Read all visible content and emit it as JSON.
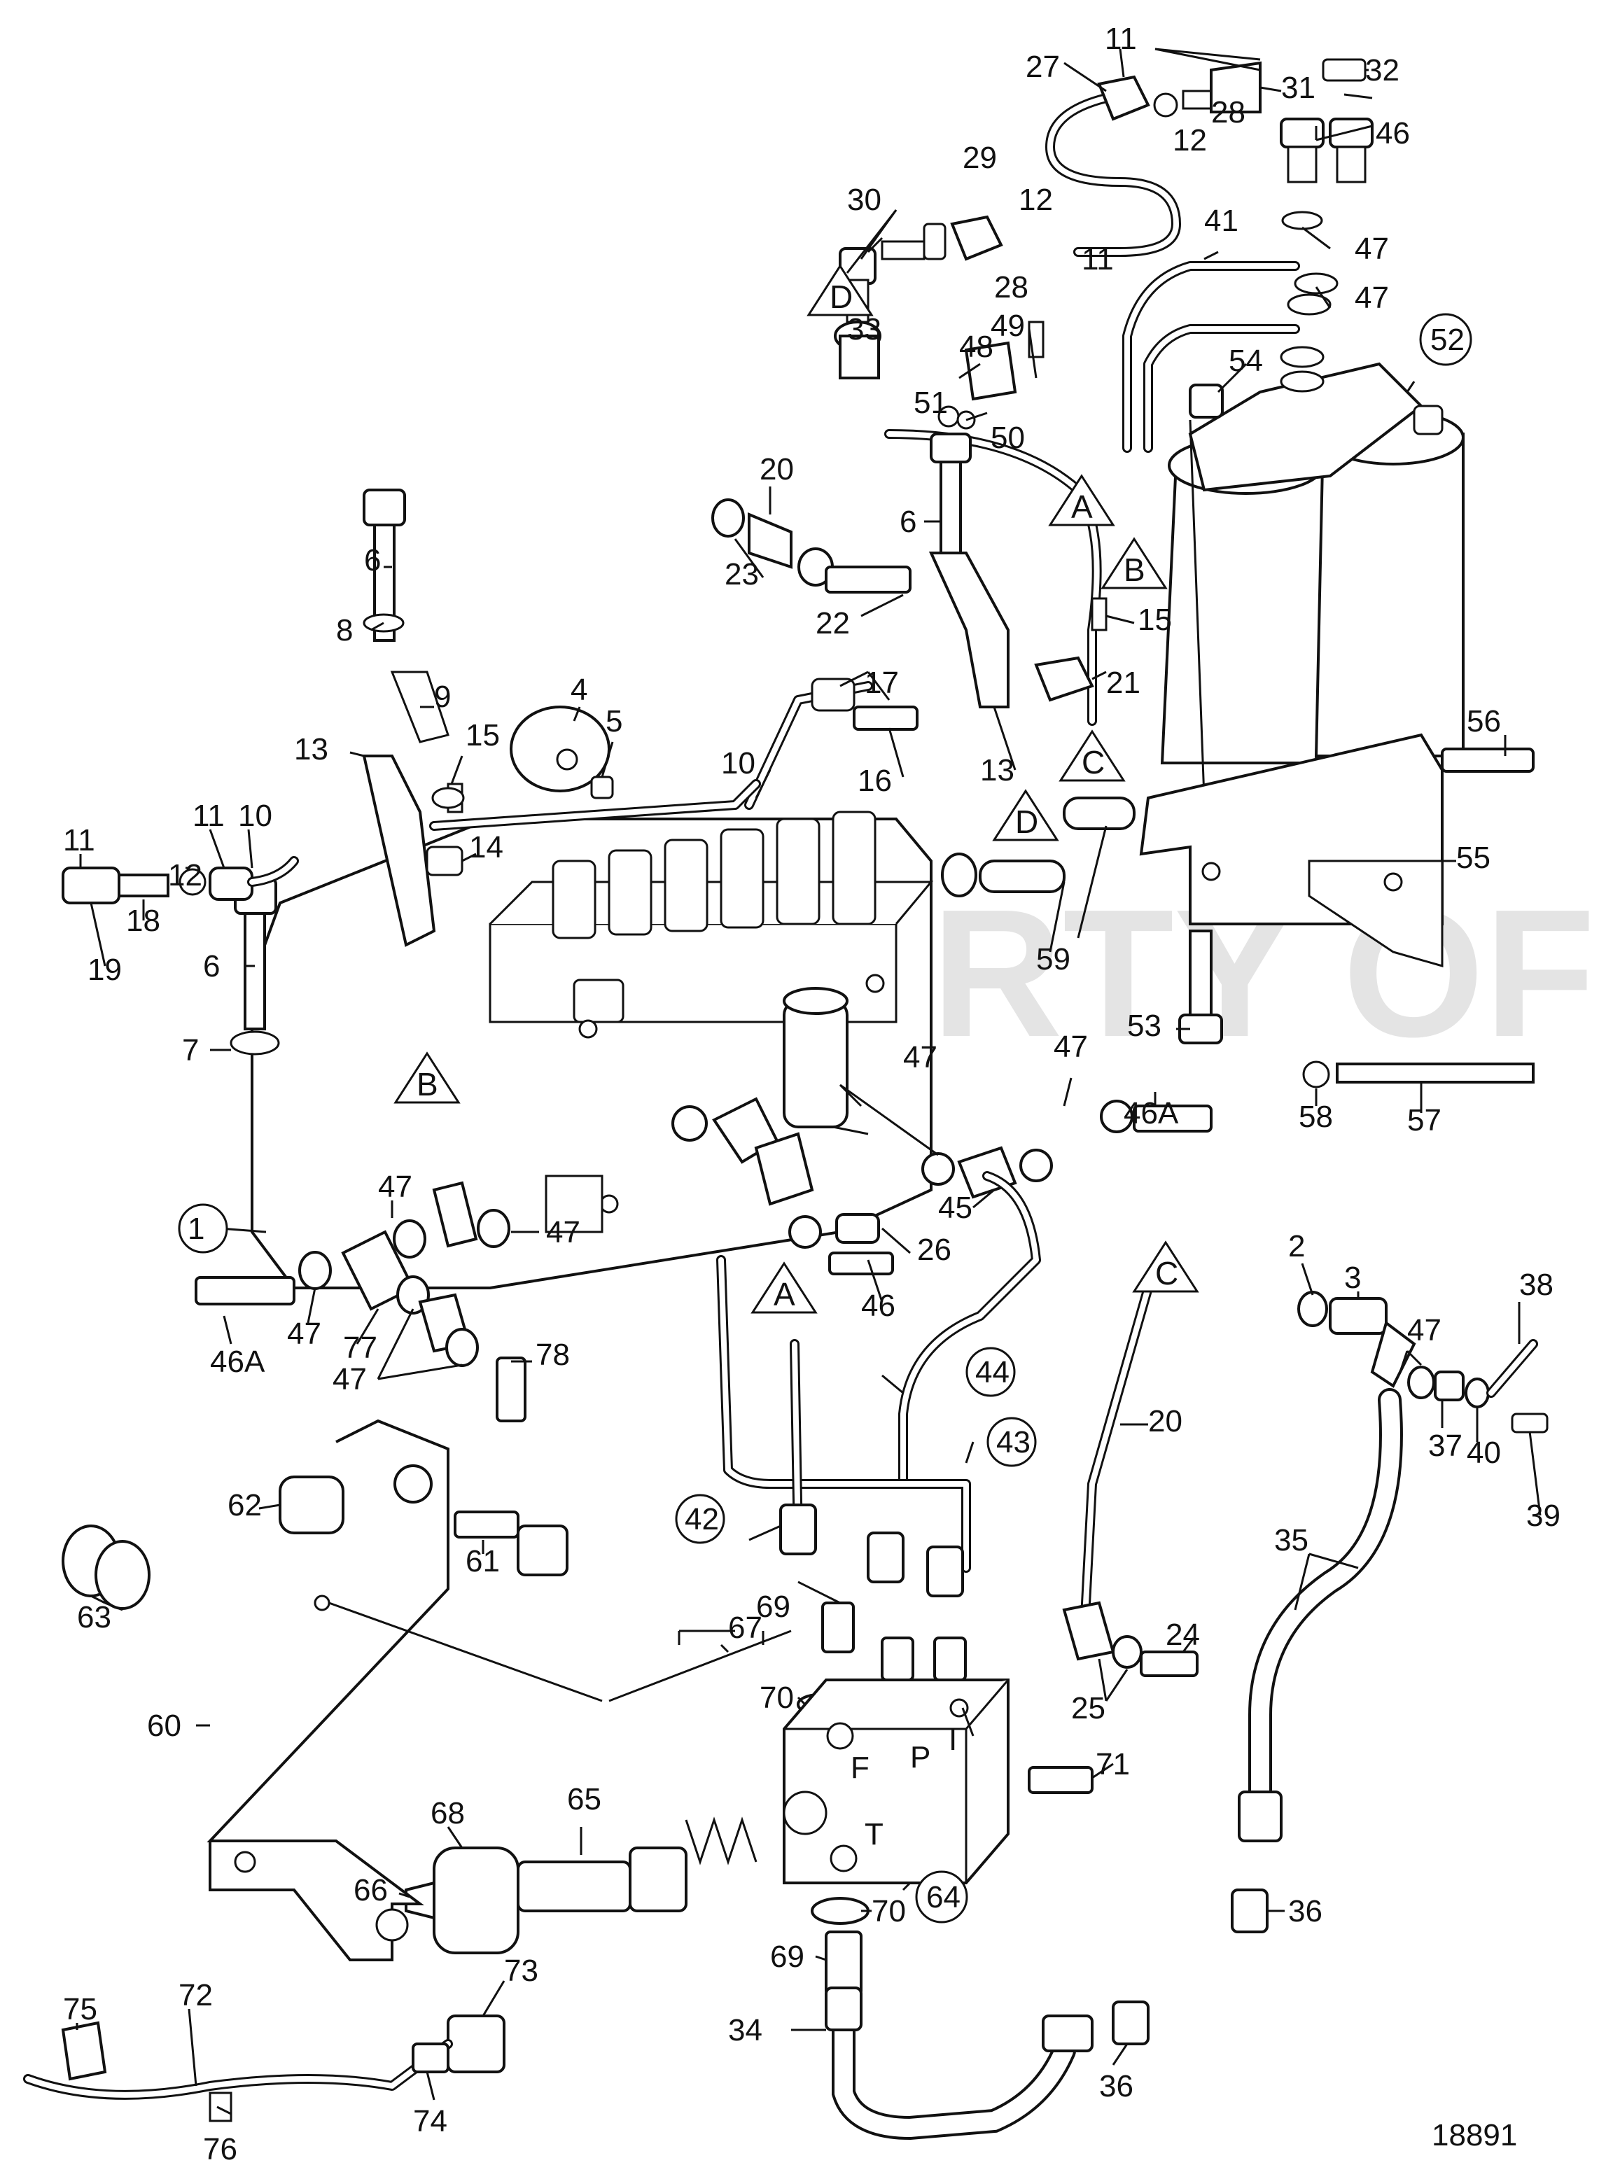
{
  "drawing_number": "18891",
  "watermark": "PROPERTY OF VOLVO PENTA",
  "reference_markers": {
    "A": "A",
    "B": "B",
    "C": "C",
    "D": "D"
  },
  "circled_callouts": [
    "1",
    "42",
    "43",
    "44",
    "52",
    "64"
  ],
  "callouts": [
    "1",
    "2",
    "3",
    "4",
    "5",
    "6",
    "7",
    "8",
    "9",
    "10",
    "11",
    "12",
    "13",
    "14",
    "15",
    "16",
    "17",
    "18",
    "19",
    "20",
    "21",
    "22",
    "23",
    "24",
    "25",
    "26",
    "27",
    "28",
    "29",
    "30",
    "31",
    "32",
    "33",
    "34",
    "35",
    "36",
    "37",
    "38",
    "39",
    "40",
    "41",
    "42",
    "43",
    "44",
    "45",
    "46",
    "46A",
    "47",
    "48",
    "49",
    "50",
    "51",
    "52",
    "53",
    "54",
    "55",
    "56",
    "57",
    "58",
    "59",
    "60",
    "61",
    "62",
    "63",
    "64",
    "65",
    "66",
    "67",
    "68",
    "69",
    "70",
    "71",
    "72",
    "73",
    "74",
    "75",
    "76",
    "77",
    "78"
  ],
  "valve_block_ports": {
    "f": "F",
    "p": "P",
    "i": "I",
    "t": "T"
  },
  "labels": {
    "l1": "1",
    "l2": "2",
    "l3": "3",
    "l4": "4",
    "l5": "5",
    "l6a": "6",
    "l6b": "6",
    "l6c": "6",
    "l7": "7",
    "l8": "8",
    "l9": "9",
    "l10a": "10",
    "l10b": "10",
    "l11a": "11",
    "l11b": "11",
    "l11c": "11",
    "l11d": "11",
    "l12a": "12",
    "l12b": "12",
    "l12c": "12",
    "l13a": "13",
    "l13b": "13",
    "l14": "14",
    "l15a": "15",
    "l15b": "15",
    "l16": "16",
    "l17": "17",
    "l18": "18",
    "l19": "19",
    "l20a": "20",
    "l20b": "20",
    "l21": "21",
    "l22": "22",
    "l23": "23",
    "l24": "24",
    "l25": "25",
    "l26": "26",
    "l27": "27",
    "l28a": "28",
    "l28b": "28",
    "l29": "29",
    "l30": "30",
    "l31": "31",
    "l32": "32",
    "l33": "33",
    "l34": "34",
    "l35": "35",
    "l36a": "36",
    "l36b": "36",
    "l37": "37",
    "l38": "38",
    "l39": "39",
    "l40": "40",
    "l41": "41",
    "l42": "42",
    "l43": "43",
    "l44": "44",
    "l45": "45",
    "l46a": "46",
    "l46b": "46",
    "l46Aa": "46A",
    "l46Ab": "46A",
    "l47a": "47",
    "l47b": "47",
    "l47c": "47",
    "l47d": "47",
    "l47e": "47",
    "l47f": "47",
    "l47g": "47",
    "l47h": "47",
    "l47i": "47",
    "l48": "48",
    "l49": "49",
    "l50": "50",
    "l51": "51",
    "l52": "52",
    "l53": "53",
    "l54": "54",
    "l55": "55",
    "l56": "56",
    "l57": "57",
    "l58": "58",
    "l59": "59",
    "l60": "60",
    "l61": "61",
    "l62": "62",
    "l63": "63",
    "l64": "64",
    "l65": "65",
    "l66": "66",
    "l67": "67",
    "l68": "68",
    "l69a": "69",
    "l69b": "69",
    "l70a": "70",
    "l70b": "70",
    "l71": "71",
    "l72": "72",
    "l73": "73",
    "l74": "74",
    "l75": "75",
    "l76": "76",
    "l77": "77",
    "l78": "78"
  }
}
